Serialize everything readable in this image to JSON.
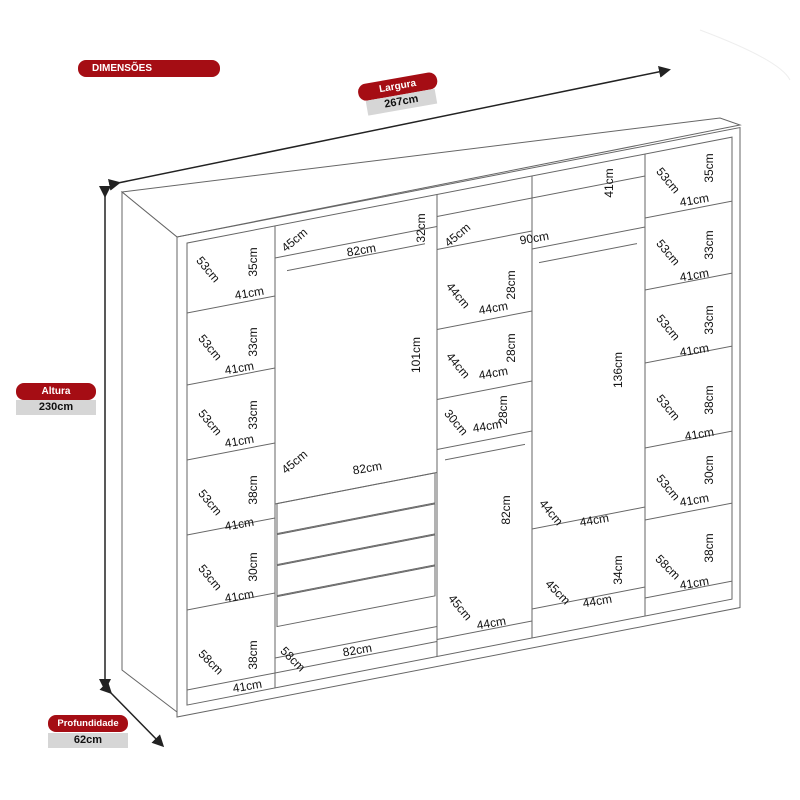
{
  "header": {
    "title": "DIMENSÕES"
  },
  "width": {
    "label": "Largura",
    "value": "267cm"
  },
  "height": {
    "label": "Altura",
    "value": "230cm"
  },
  "depth": {
    "label": "Profundidade",
    "value": "62cm"
  },
  "colors": {
    "accent": "#a50d14",
    "value_bg": "#d6d6d6",
    "line": "#555555"
  },
  "dimension_labels": [
    "53cm",
    "41cm",
    "35cm",
    "53cm",
    "41cm",
    "33cm",
    "53cm",
    "41cm",
    "33cm",
    "53cm",
    "41cm",
    "38cm",
    "53cm",
    "41cm",
    "30cm",
    "58cm",
    "41cm",
    "38cm",
    "45cm",
    "82cm",
    "32cm",
    "101cm",
    "45cm",
    "82cm",
    "58cm",
    "82cm",
    "45cm",
    "90cm",
    "41cm",
    "44cm",
    "44cm",
    "28cm",
    "44cm",
    "44cm",
    "28cm",
    "30cm",
    "44cm",
    "28cm",
    "82cm",
    "45cm",
    "44cm",
    "136cm",
    "44cm",
    "44cm",
    "34cm",
    "45cm",
    "44cm",
    "53cm",
    "41cm",
    "35cm",
    "53cm",
    "41cm",
    "33cm",
    "53cm",
    "41cm",
    "33cm",
    "53cm",
    "41cm",
    "38cm",
    "53cm",
    "41cm",
    "30cm",
    "58cm",
    "41cm",
    "38cm"
  ]
}
